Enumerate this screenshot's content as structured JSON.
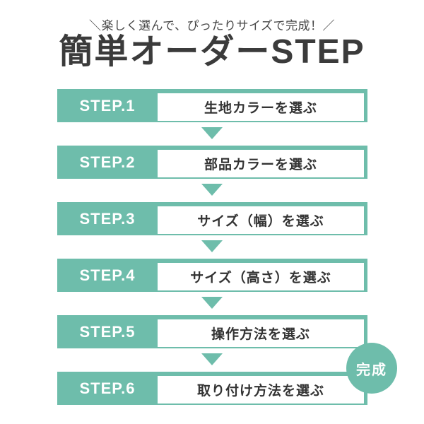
{
  "header": {
    "tagline": "＼楽しく選んで、ぴったりサイズで完成！／",
    "title": "簡単オーダーSTEP"
  },
  "steps": [
    {
      "label": "STEP.1",
      "text": "生地カラーを選ぶ"
    },
    {
      "label": "STEP.2",
      "text": "部品カラーを選ぶ"
    },
    {
      "label": "STEP.3",
      "text": "サイズ（幅）を選ぶ"
    },
    {
      "label": "STEP.4",
      "text": "サイズ（高さ）を選ぶ"
    },
    {
      "label": "STEP.5",
      "text": "操作方法を選ぶ"
    },
    {
      "label": "STEP.6",
      "text": "取り付け方法を選ぶ"
    }
  ],
  "completion_badge": {
    "label": "完成"
  },
  "colors": {
    "accent_teal": "#6ebdab",
    "title_text": "#3b3b3b",
    "step_text": "#333333",
    "white": "#ffffff"
  }
}
